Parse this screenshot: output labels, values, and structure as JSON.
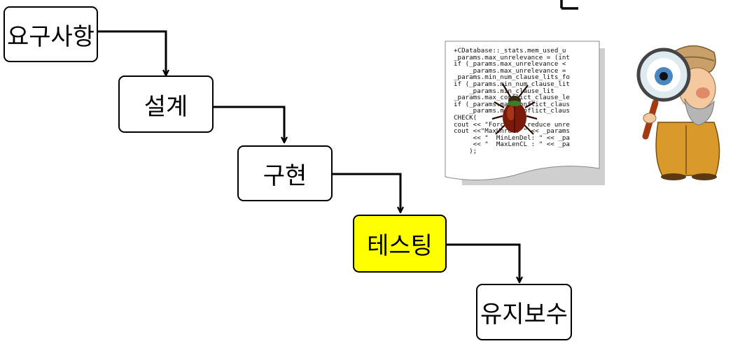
{
  "stages": [
    {
      "label": "요구사항",
      "highlight": false
    },
    {
      "label": "설계",
      "highlight": false
    },
    {
      "label": "구현",
      "highlight": false
    },
    {
      "label": "테스팅",
      "highlight": true
    },
    {
      "label": "유지보수",
      "highlight": false
    }
  ],
  "code_listing": [
    "+CDatabase::_stats.mem_used_u",
    "_params.max_unrelevance = (int",
    "if (_params.max_unrelevance <",
    "    _params.max_unrelevance =",
    "_params.min_num_clause_lits_fo",
    "if (_params.min_num_clause_lit",
    "    _params.min_clause_lit",
    "_params.max_conflict_clause_le",
    "if (_params.max_conflict_claus",
    "    _params.max_conflict_claus",
    "CHECK(",
    "cout << \"Forced to reduce unre",
    "cout <<\"MaxUnrel: \" << _params",
    "     << \"  MinLenDel: \" << _pa",
    "     << \"  MaxLenCL : \" << _pa",
    "    );"
  ],
  "colors": {
    "highlight": "#ffff00",
    "border": "#000000",
    "bug_body": "#7a1a0c",
    "coat": "#d99a2b"
  },
  "icons": [
    "code-document-icon",
    "bug-icon",
    "detective-magnifier-icon"
  ]
}
